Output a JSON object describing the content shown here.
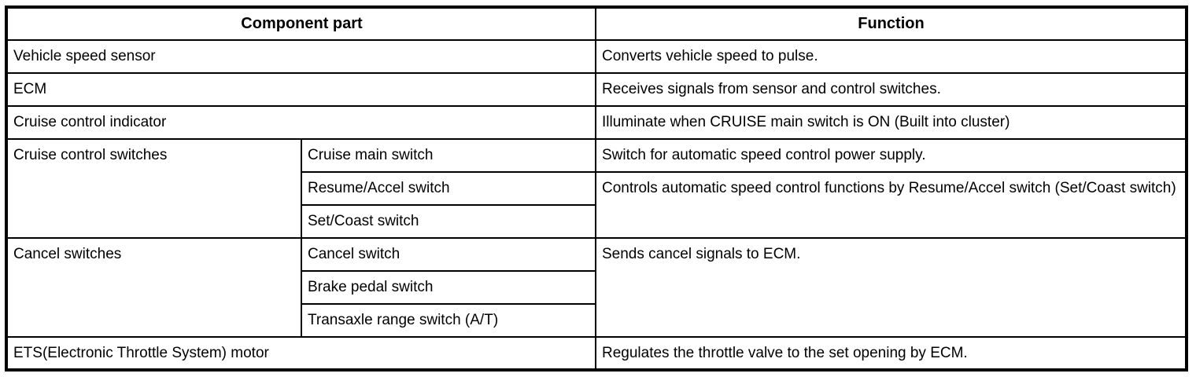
{
  "page": {
    "background_color": "#ffffff",
    "text_color": "#000000",
    "border_color": "#000000"
  },
  "table": {
    "headers": {
      "component": "Component part",
      "function": "Function"
    },
    "rows": [
      {
        "part": "Vehicle speed sensor",
        "function": "Converts vehicle speed to pulse."
      },
      {
        "part": "ECM",
        "function": "Receives signals from sensor and control switches."
      },
      {
        "part": "Cruise control indicator",
        "function": "Illuminate when CRUISE main switch is ON (Built into cluster)"
      },
      {
        "part": "Cruise control switches",
        "sub": "Cruise main switch",
        "function": "Switch for automatic speed control power supply."
      },
      {
        "sub": "Resume/Accel switch",
        "function": "Controls automatic speed control functions by Resume/Accel switch (Set/Coast switch)"
      },
      {
        "sub": "Set/Coast switch"
      },
      {
        "part": "Cancel switches",
        "sub": "Cancel switch",
        "function": "Sends cancel signals to ECM."
      },
      {
        "sub": "Brake pedal switch"
      },
      {
        "sub": "Transaxle range switch (A/T)"
      },
      {
        "part": "ETS(Electronic Throttle System) motor",
        "function": "Regulates the throttle valve to the set opening by ECM."
      }
    ]
  }
}
